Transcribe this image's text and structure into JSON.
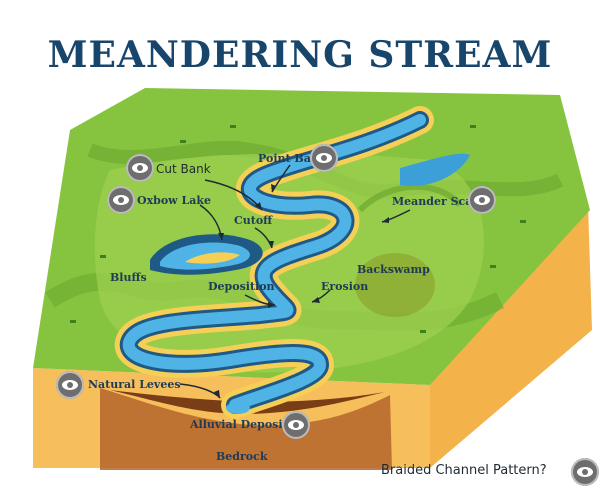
{
  "title": "MEANDERING STREAM",
  "labels": {
    "cut_bank": "Cut Bank",
    "point_bar": "Point Bar",
    "oxbow_lake": "Oxbow Lake",
    "meander_scar": "Meander Scar",
    "cutoff": "Cutoff",
    "bluffs": "Bluffs",
    "backswamp": "Backswamp",
    "deposition": "Deposition",
    "erosion": "Erosion",
    "natural_levees": "Natural Levees",
    "alluvial_deposits": "Alluvial Deposits",
    "bedrock": "Bedrock",
    "braided_channel_pattern": "Braided Channel Pattern?"
  },
  "icons": [
    "eye-icon"
  ],
  "colors": {
    "title": "#17456b",
    "grass": "#7fbf3a",
    "grass_dark": "#5f9e2a",
    "water": "#3d9fd8",
    "sand": "#f6cf57",
    "soil_side": "#f0a93b",
    "bedrock_dark": "#9a5a2a"
  }
}
